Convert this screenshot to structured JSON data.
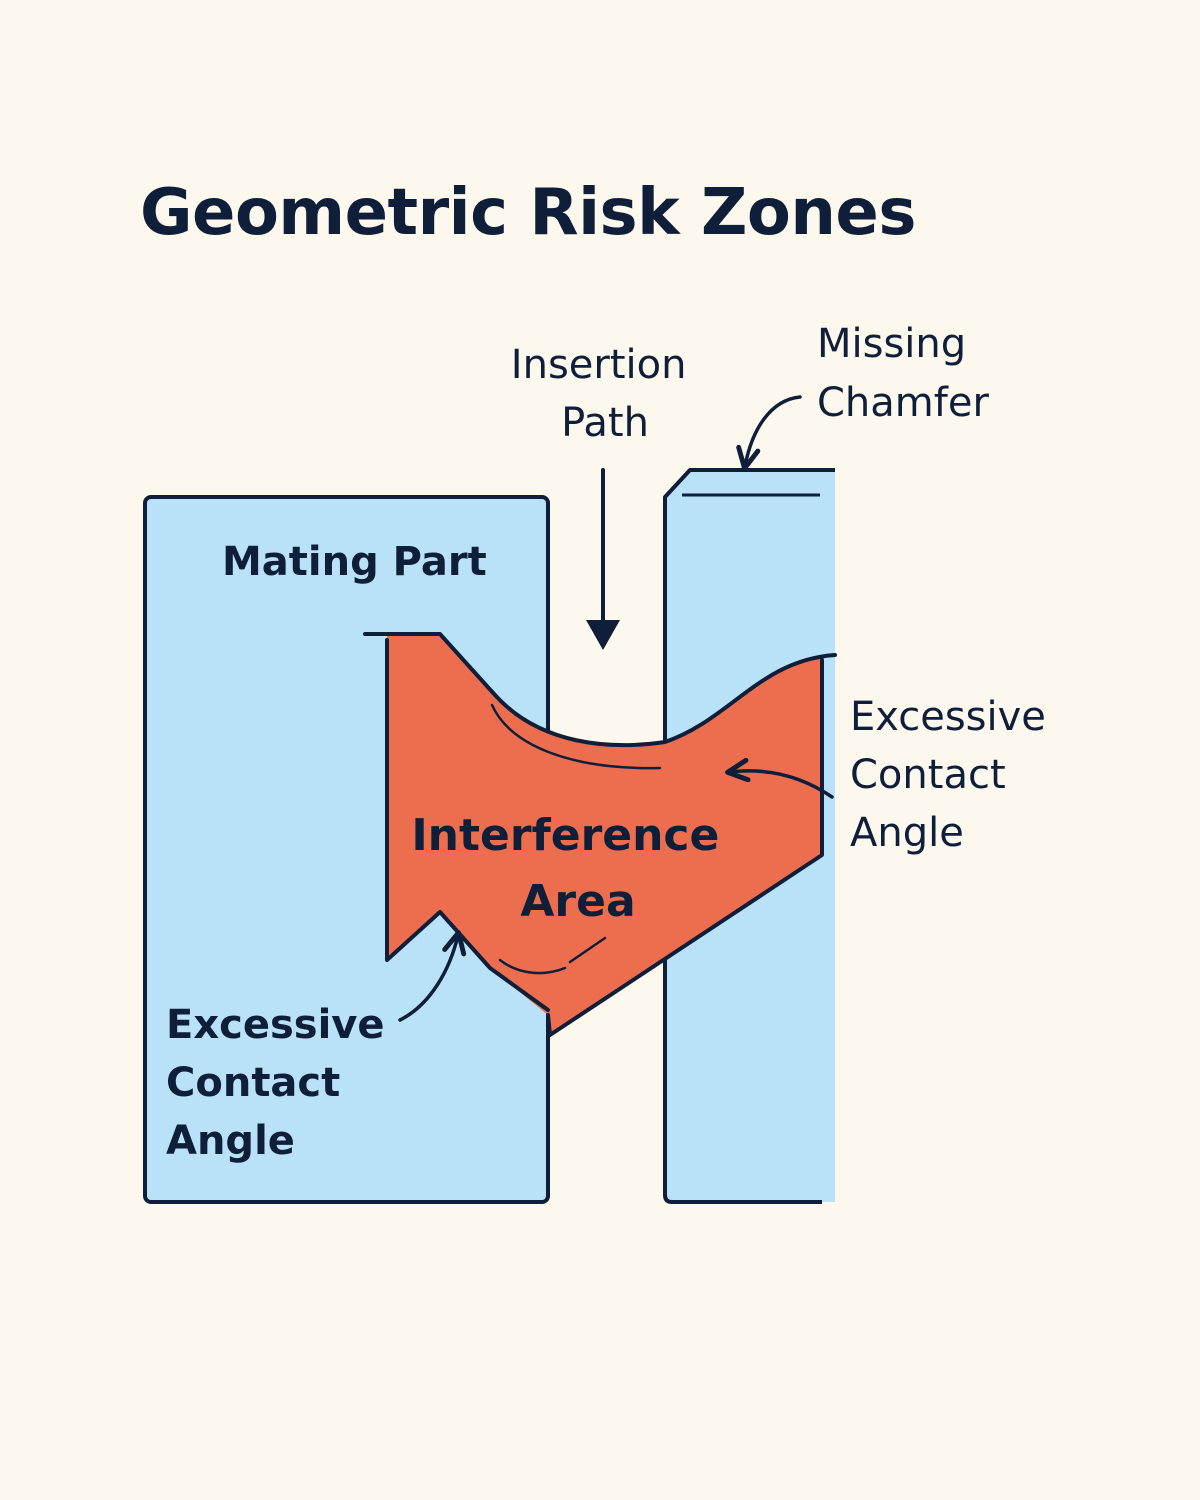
{
  "title": "Geometric Risk Zones",
  "colors": {
    "background": "#fdf8ee",
    "part_fill": "#b9e2f8",
    "interference_fill": "#ec6e4f",
    "outline": "#0f1f3a"
  },
  "labels": {
    "insertion_path": [
      "Insertion",
      "Path"
    ],
    "missing_chamfer": [
      "Missing",
      "Chamfer"
    ],
    "mating_part": "Mating Part",
    "excessive_contact_angle_right": [
      "Excessive",
      "Contact",
      "Angle"
    ],
    "interference_area": [
      "Interference",
      "Area"
    ],
    "excessive_contact_angle_left": [
      "Excessive",
      "Contact",
      "Angle"
    ]
  }
}
